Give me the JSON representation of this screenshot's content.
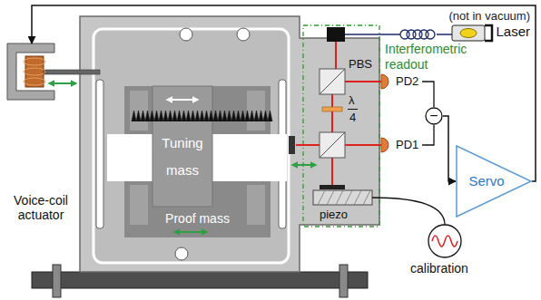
{
  "diagram": {
    "nodes": [
      {
        "text": [
          "(not in vacuum)",
          "Laser"
        ]
      },
      {
        "text": [
          "Voice-coil actuator"
        ]
      },
      {
        "text": [
          "Proof mass"
        ]
      },
      {
        "text": [
          "Tuning mass"
        ],
        "in": 2
      },
      {
        "text": [
          "−"
        ]
      },
      {
        "text": [
          "Servo"
        ]
      }
    ],
    "edges": [
      {
        "from": 4,
        "to": 5,
        "arrow": "to"
      },
      {
        "from": 5,
        "to": 1,
        "arrow": "to"
      }
    ],
    "labels": [
      "Interferometric readout",
      "PBS",
      "λ",
      "4",
      "PD2",
      "PD1",
      "piezo",
      "calibration"
    ]
  }
}
